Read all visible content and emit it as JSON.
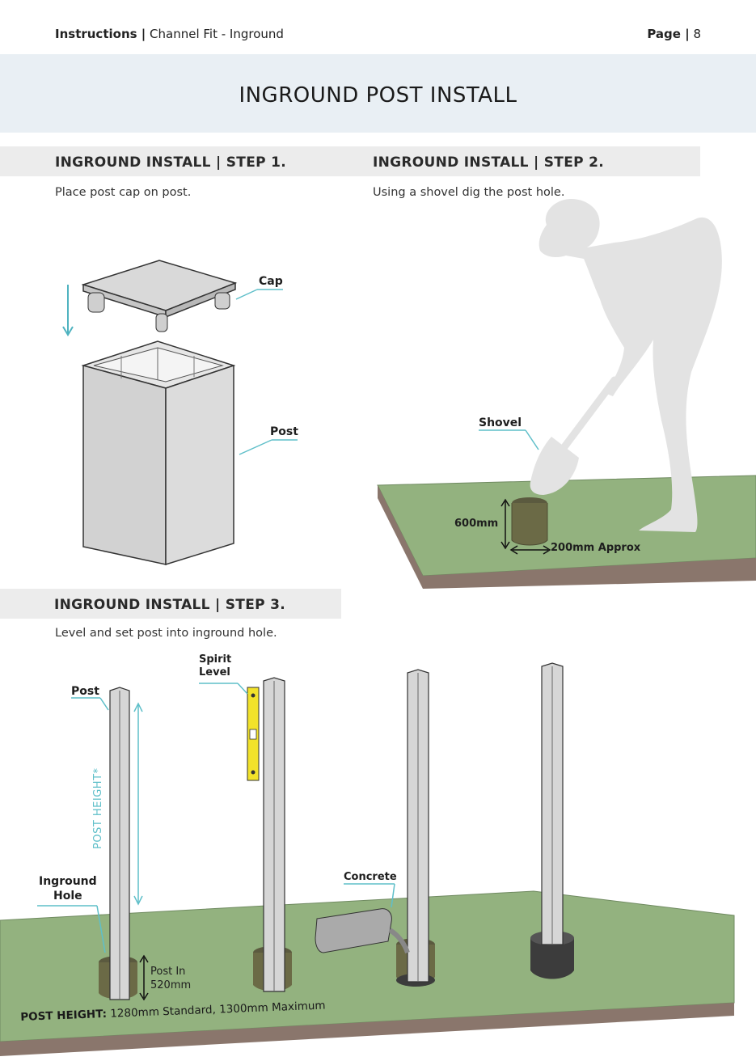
{
  "header": {
    "left_bold": "Instructions |",
    "left_text": "Channel Fit - Inground",
    "right_bold": "Page |",
    "right_num": "8"
  },
  "title": "INGROUND POST INSTALL",
  "steps": [
    {
      "title": "INGROUND INSTALL | STEP 1.",
      "desc": "Place post cap on post."
    },
    {
      "title": "INGROUND INSTALL | STEP 2.",
      "desc": "Using a shovel dig the post hole."
    },
    {
      "title": "INGROUND INSTALL | STEP 3.",
      "desc": "Level and set post into inground hole."
    }
  ],
  "step1_labels": {
    "cap": "Cap",
    "post": "Post"
  },
  "step2_labels": {
    "shovel": "Shovel",
    "depth": "600mm",
    "width": "200mm Approx"
  },
  "step3_labels": {
    "post": "Post",
    "spirit_level": [
      "Spirit",
      "Level"
    ],
    "post_height": "POST HEIGHT*",
    "inground_hole": [
      "Inground",
      "Hole"
    ],
    "concrete": "Concrete",
    "post_in": [
      "Post In",
      "520mm"
    ],
    "footer_bold": "POST HEIGHT:",
    "footer_text": "1280mm Standard, 1300mm Maximum"
  },
  "colors": {
    "title_band": "#e9eff4",
    "step_band": "#ececec",
    "grass": "#93b27f",
    "soil": "#8a766c",
    "leader": "#5fbfc9",
    "post_grey": "#d6d6d6",
    "level_yellow": "#f2e22a"
  }
}
